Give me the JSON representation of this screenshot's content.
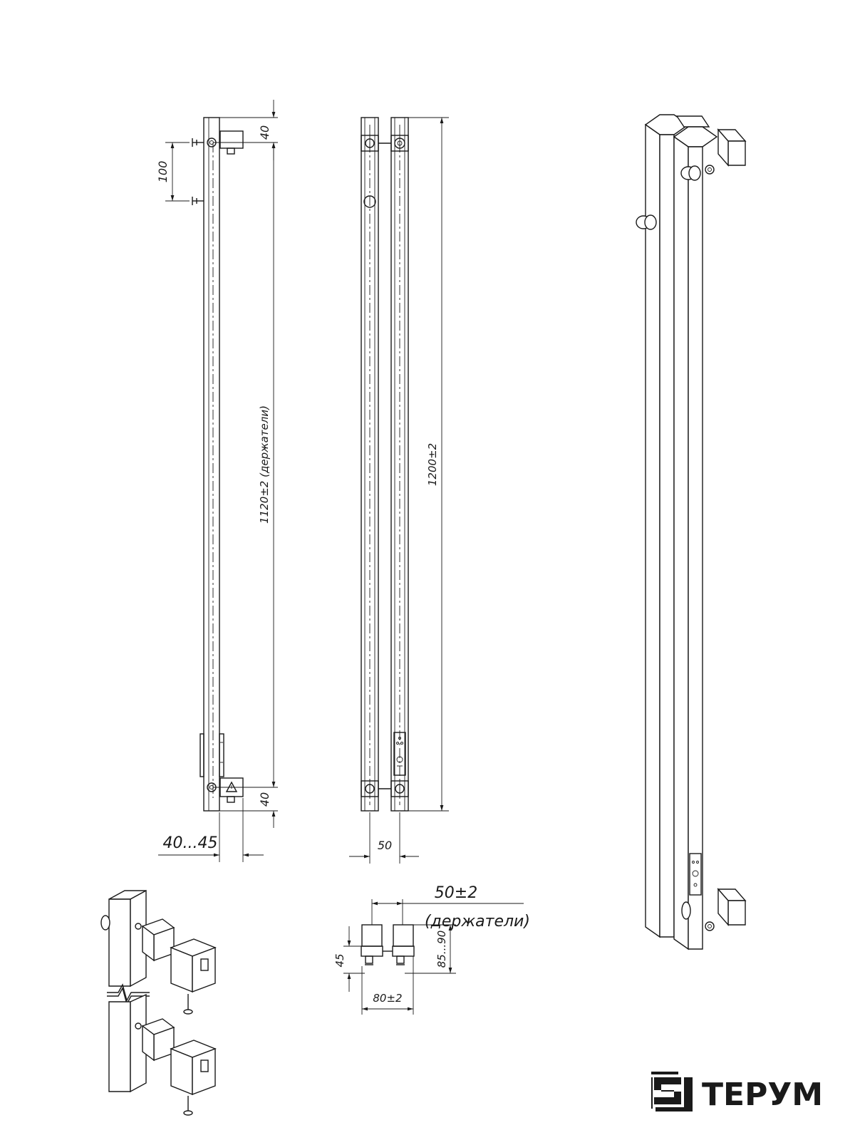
{
  "brand": {
    "name": "ТЕРУМ",
    "color": "#1a1a1a"
  },
  "dimensions": {
    "top_holder_offset": "40",
    "bottom_holder_offset": "40",
    "hook_spacing": "100",
    "holders_span": "1120±2 (держатели)",
    "total_height": "1200±2",
    "wall_offset": "40...45",
    "bar_spacing": "50",
    "holders_distance_top": "50±2",
    "holders_distance_bottom": "(держатели)",
    "depth_small": "45",
    "depth_range": "85...90",
    "width_total": "80±2"
  },
  "icons": {
    "warning": "warning-triangle-icon",
    "control_panel": "control-panel-icon"
  }
}
